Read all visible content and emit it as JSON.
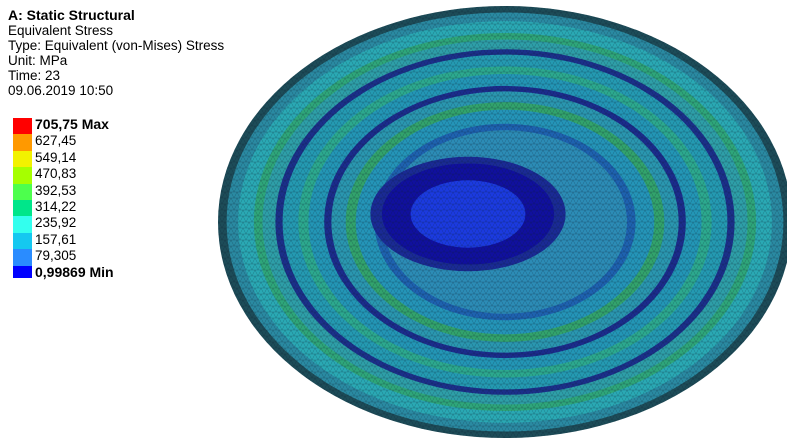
{
  "header": {
    "title": "A: Static Structural",
    "result": "Equivalent Stress",
    "type": "Type: Equivalent (von-Mises) Stress",
    "unit": "Unit: MPa",
    "time": "Time: 23",
    "date": "09.06.2019 10:50"
  },
  "legend": {
    "levels": [
      {
        "label": "705,75 Max",
        "color": "#ff0000"
      },
      {
        "label": "627,45",
        "color": "#ff9900"
      },
      {
        "label": "549,14",
        "color": "#f2f200"
      },
      {
        "label": "470,83",
        "color": "#a6ff00"
      },
      {
        "label": "392,53",
        "color": "#4dff4d"
      },
      {
        "label": "314,22",
        "color": "#00e68a"
      },
      {
        "label": "235,92",
        "color": "#33ffee"
      },
      {
        "label": "157,61",
        "color": "#15c8f0"
      },
      {
        "label": "79,305",
        "color": "#2a8cff"
      },
      {
        "label": "0,99869 Min",
        "color": "#0000ff"
      }
    ]
  },
  "model": {
    "rings": [
      {
        "r": 1.0,
        "color": "#1d4c58"
      },
      {
        "r": 0.97,
        "color": "#2a8aa2"
      },
      {
        "r": 0.93,
        "color": "#2aa9b4"
      },
      {
        "r": 0.875,
        "color": "#2ea67a"
      },
      {
        "r": 0.845,
        "color": "#2e9fa8"
      },
      {
        "r": 0.8,
        "color": "#1b2f8a"
      },
      {
        "r": 0.775,
        "color": "#249ab2"
      },
      {
        "r": 0.72,
        "color": "#2ca98e"
      },
      {
        "r": 0.685,
        "color": "#2396b6"
      },
      {
        "r": 0.63,
        "color": "#1b2c8c"
      },
      {
        "r": 0.605,
        "color": "#2a97b0"
      },
      {
        "r": 0.555,
        "color": "#32a36c"
      },
      {
        "r": 0.52,
        "color": "#2495b8"
      },
      {
        "r": 0.455,
        "color": "#1e62b0"
      },
      {
        "r": 0.425,
        "color": "#2c8cb6"
      },
      {
        "r": 0.34,
        "color": "#1a2a95"
      },
      {
        "r": 0.3,
        "color": "#10109e"
      },
      {
        "r": 0.2,
        "color": "#1b3ae0"
      }
    ]
  }
}
